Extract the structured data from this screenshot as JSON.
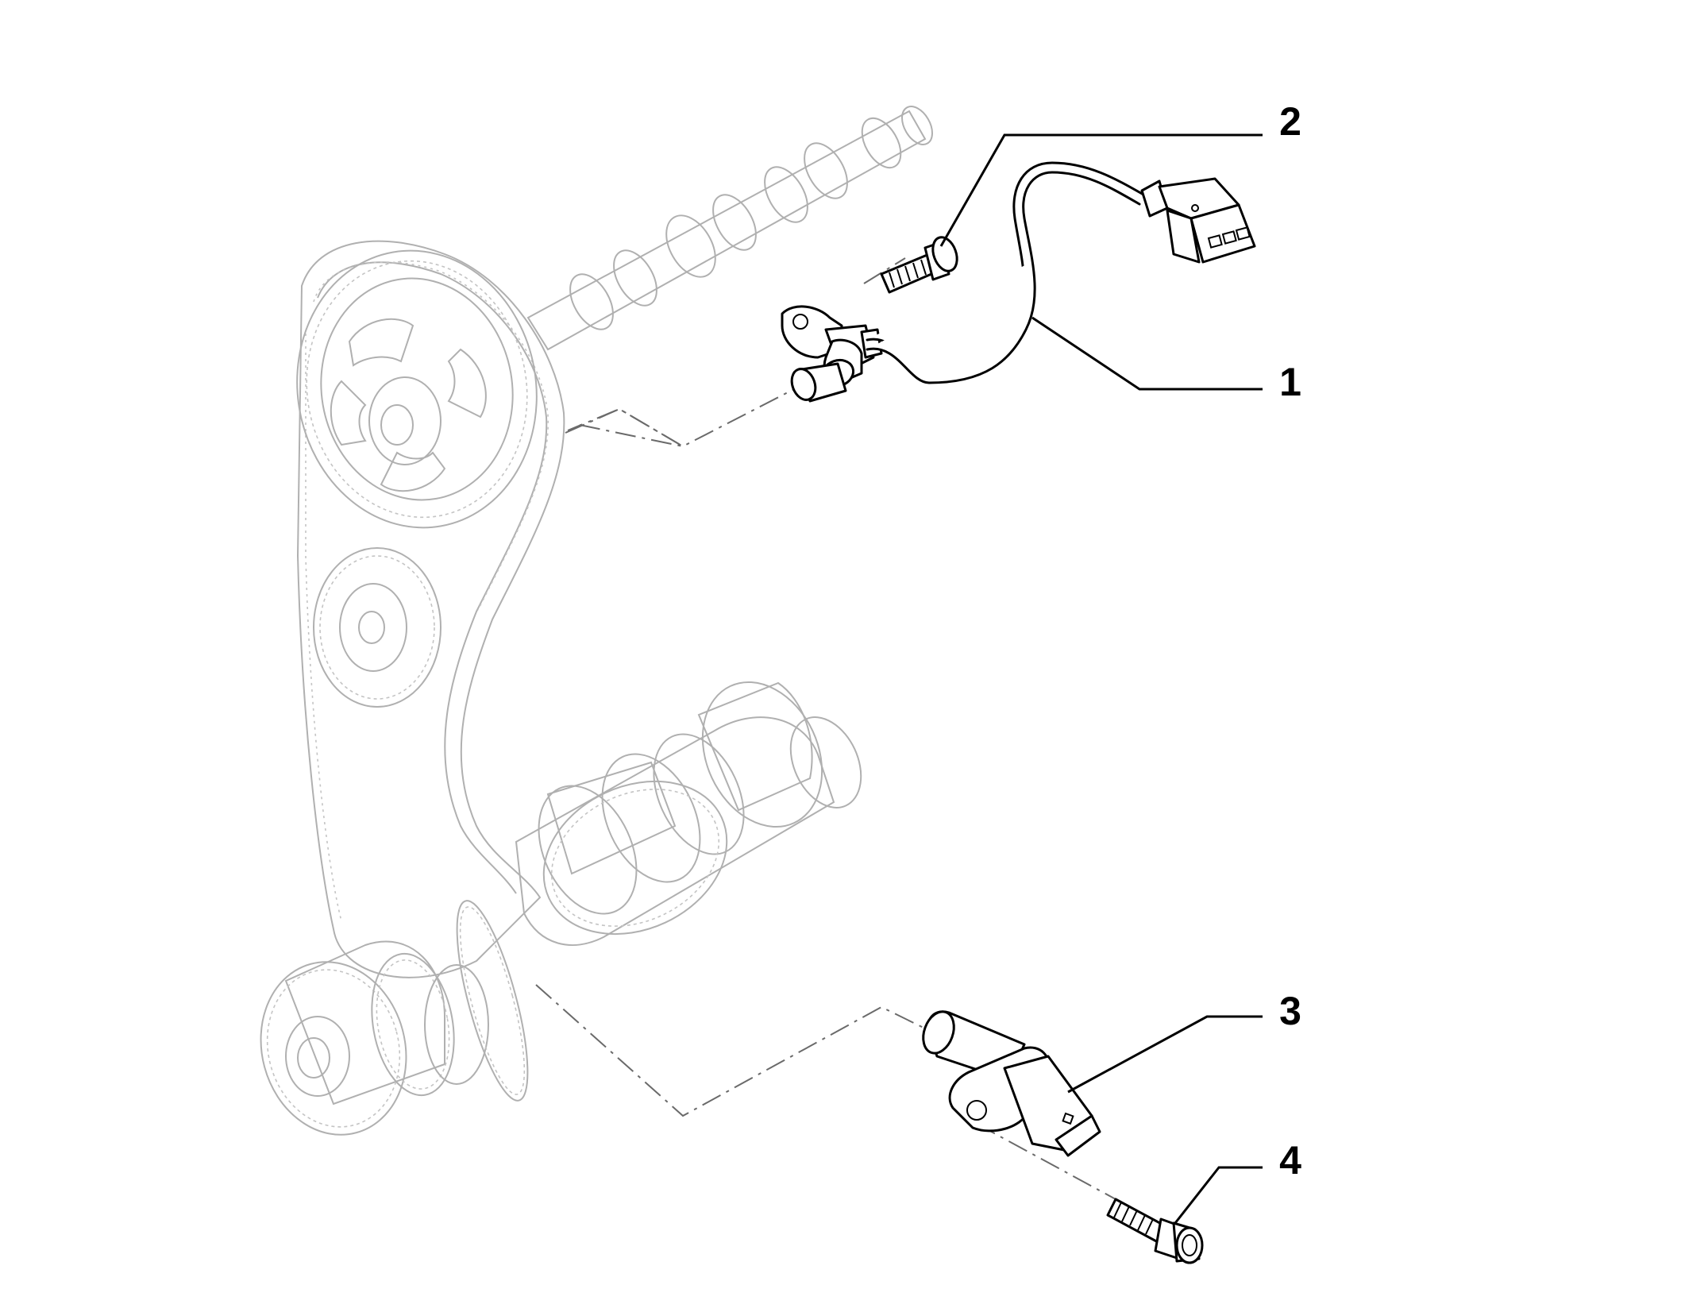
{
  "callouts": [
    {
      "id": "1",
      "label": "1"
    },
    {
      "id": "2",
      "label": "2"
    },
    {
      "id": "3",
      "label": "3"
    },
    {
      "id": "4",
      "label": "4"
    }
  ],
  "colors": {
    "background": "#ffffff",
    "part_outline": "#000000",
    "engine_outline": "#b0b0b0",
    "dash_line": "#6a6a6a"
  }
}
